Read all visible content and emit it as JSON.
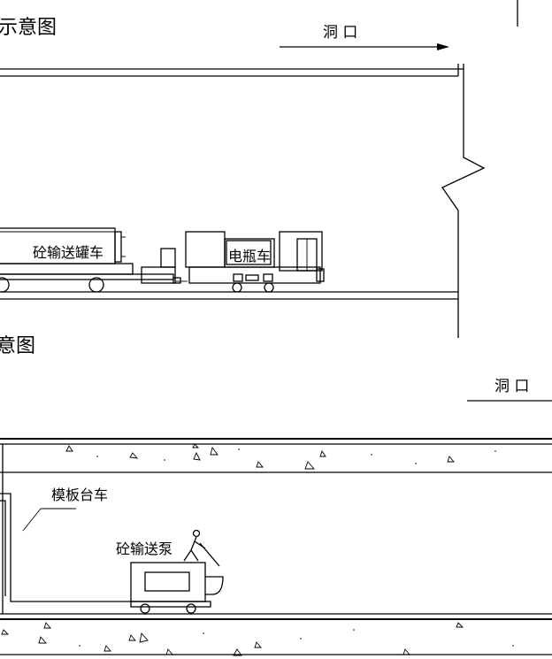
{
  "top_section": {
    "title_fragment": "示意图",
    "portal_label": "洞 口",
    "tank_car_label": "砼输送罐车",
    "locomotive_label": "电瓶车"
  },
  "bottom_section": {
    "title_fragment": "意图",
    "portal_label": "洞 口",
    "formwork_label": "模板台车",
    "pump_label": "砼输送泵"
  }
}
